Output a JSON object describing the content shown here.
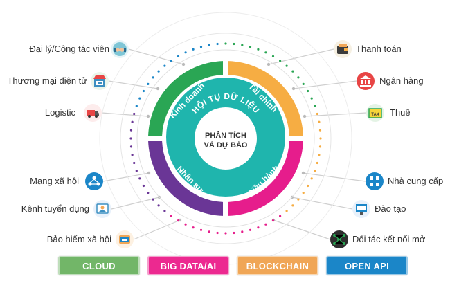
{
  "center": {
    "line1": "PHÂN TÍCH",
    "line2": "VÀ DỰ BÁO"
  },
  "ring_label": "HỘI TỤ DỮ LIỆU",
  "segments": [
    {
      "key": "kinh_doanh",
      "label": "Kinh doanh",
      "color": "#2aa654"
    },
    {
      "key": "tai_chinh",
      "label": "Tài chính",
      "color": "#f6ad43"
    },
    {
      "key": "dieu_hanh",
      "label": "Điều hành",
      "color": "#e61d8c"
    },
    {
      "key": "nhan_su",
      "label": "Nhân sự",
      "color": "#6a3696"
    }
  ],
  "left_items": [
    {
      "label": "Đại lý/Cộng tác viên",
      "icon": "handshake-icon"
    },
    {
      "label": "Thương mại điện tử",
      "icon": "ecommerce-store-icon"
    },
    {
      "label": "Logistic",
      "icon": "delivery-truck-icon"
    },
    {
      "label": "Mạng xã hội",
      "icon": "social-network-icon"
    },
    {
      "label": "Kênh tuyển dụng",
      "icon": "recruitment-icon"
    },
    {
      "label": "Bảo hiểm xã hội",
      "icon": "id-card-icon"
    }
  ],
  "right_items": [
    {
      "label": "Thanh toán",
      "icon": "wallet-icon"
    },
    {
      "label": "Ngân hàng",
      "icon": "bank-icon"
    },
    {
      "label": "Thuế",
      "icon": "tax-folder-icon"
    },
    {
      "label": "Nhà cung cấp",
      "icon": "supplier-network-icon"
    },
    {
      "label": "Đào tạo",
      "icon": "training-board-icon"
    },
    {
      "label": "Đối tác kết nối mở",
      "icon": "open-connection-icon"
    }
  ],
  "buttons": [
    {
      "label": "CLOUD",
      "color": "#72b668"
    },
    {
      "label": "BIG DATA/AI",
      "color": "#ec2990"
    },
    {
      "label": "BLOCKCHAIN",
      "color": "#f0a656"
    },
    {
      "label": "OPEN API",
      "color": "#1b86c8"
    }
  ],
  "colors": {
    "teal": "#1fb5ad",
    "inner_circle": "#ffffff",
    "ring_dots": [
      "#2aa654",
      "#f6ad43",
      "#e61d8c",
      "#6a3696",
      "#1b86c8"
    ],
    "connector": "#cfcfcf",
    "label_text": "#333333"
  }
}
